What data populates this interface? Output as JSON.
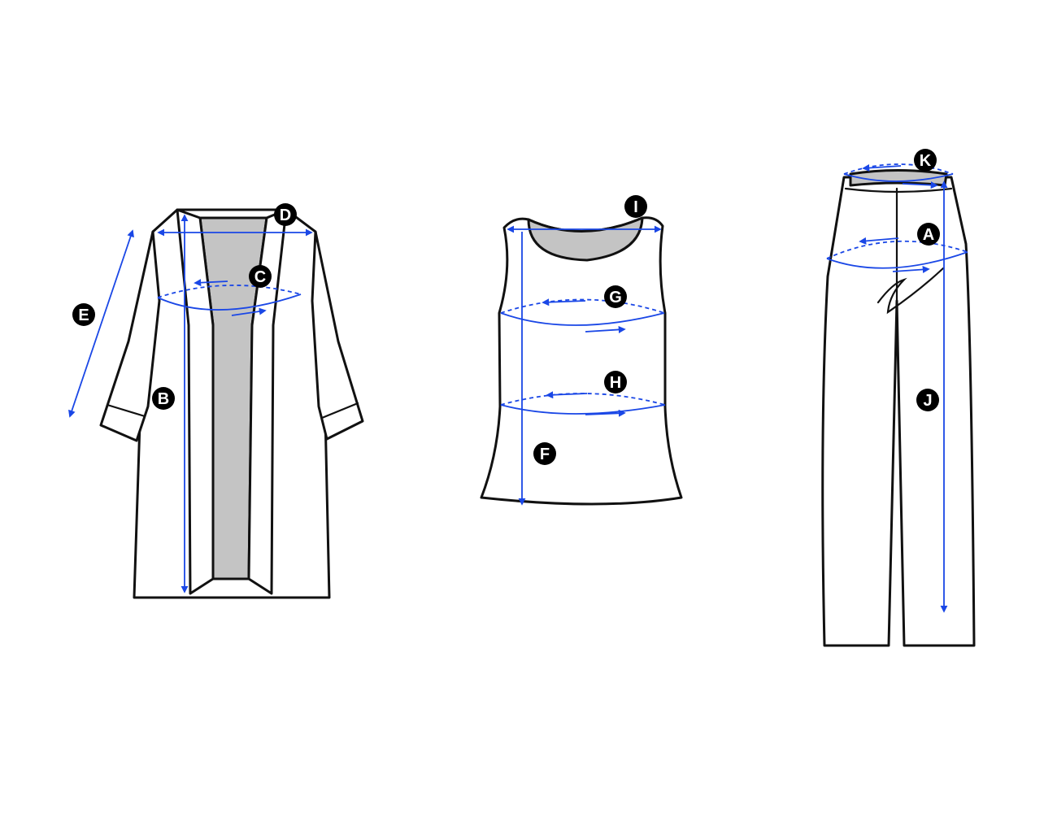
{
  "colors": {
    "measure": "#1a47e6",
    "badge": "#000000",
    "outline": "#111111",
    "lining": "#c4c4c4"
  },
  "garments": [
    {
      "name": "cardigan",
      "labels": [
        "B",
        "C",
        "D",
        "E"
      ]
    },
    {
      "name": "tank-top",
      "labels": [
        "F",
        "G",
        "H",
        "I"
      ]
    },
    {
      "name": "pants",
      "labels": [
        "A",
        "J",
        "K"
      ]
    }
  ],
  "labels": {
    "A": "A",
    "B": "B",
    "C": "C",
    "D": "D",
    "E": "E",
    "F": "F",
    "G": "G",
    "H": "H",
    "I": "I",
    "J": "J",
    "K": "K"
  }
}
